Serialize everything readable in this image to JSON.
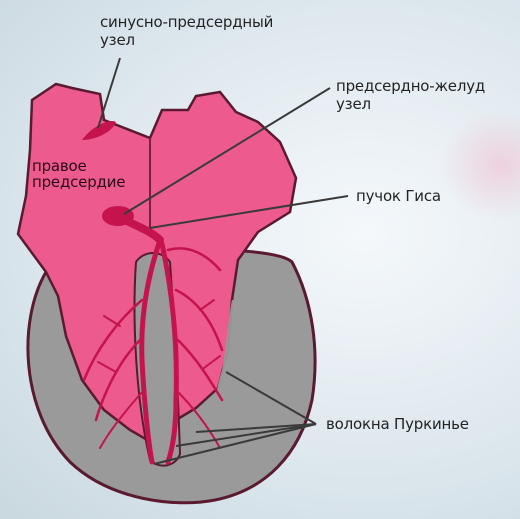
{
  "labels": {
    "sa_node_line1": "синусно-предсердный",
    "sa_node_line2": "узел",
    "av_node_line1": "предсердно-желуд",
    "av_node_line2": "узел",
    "right_atrium_line1": "правое",
    "right_atrium_line2": "предсердие",
    "his_bundle": "пучок Гиса",
    "purkinje_fibers": "волокна Пуркинье"
  },
  "colors": {
    "heart_pink": "#ec5a8e",
    "heart_outline": "#5a1a30",
    "ventricle_gray": "#9a9a9a",
    "conduction_red": "#c5134e",
    "pointer_line": "#3a3a3a",
    "text": "#232323"
  },
  "icons": {
    "heart": "heart-conduction-diagram"
  }
}
